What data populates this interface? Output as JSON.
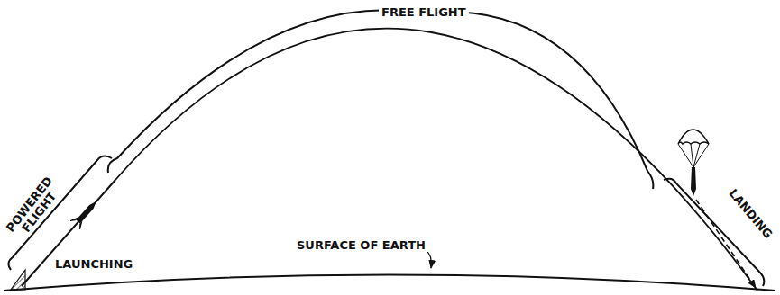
{
  "diagram": {
    "labels": [
      "FREE FLIGHT",
      "POWERED FLIGHT",
      "LAUNCHING",
      "SURFACE OF EARTH",
      "LANDING"
    ]
  }
}
